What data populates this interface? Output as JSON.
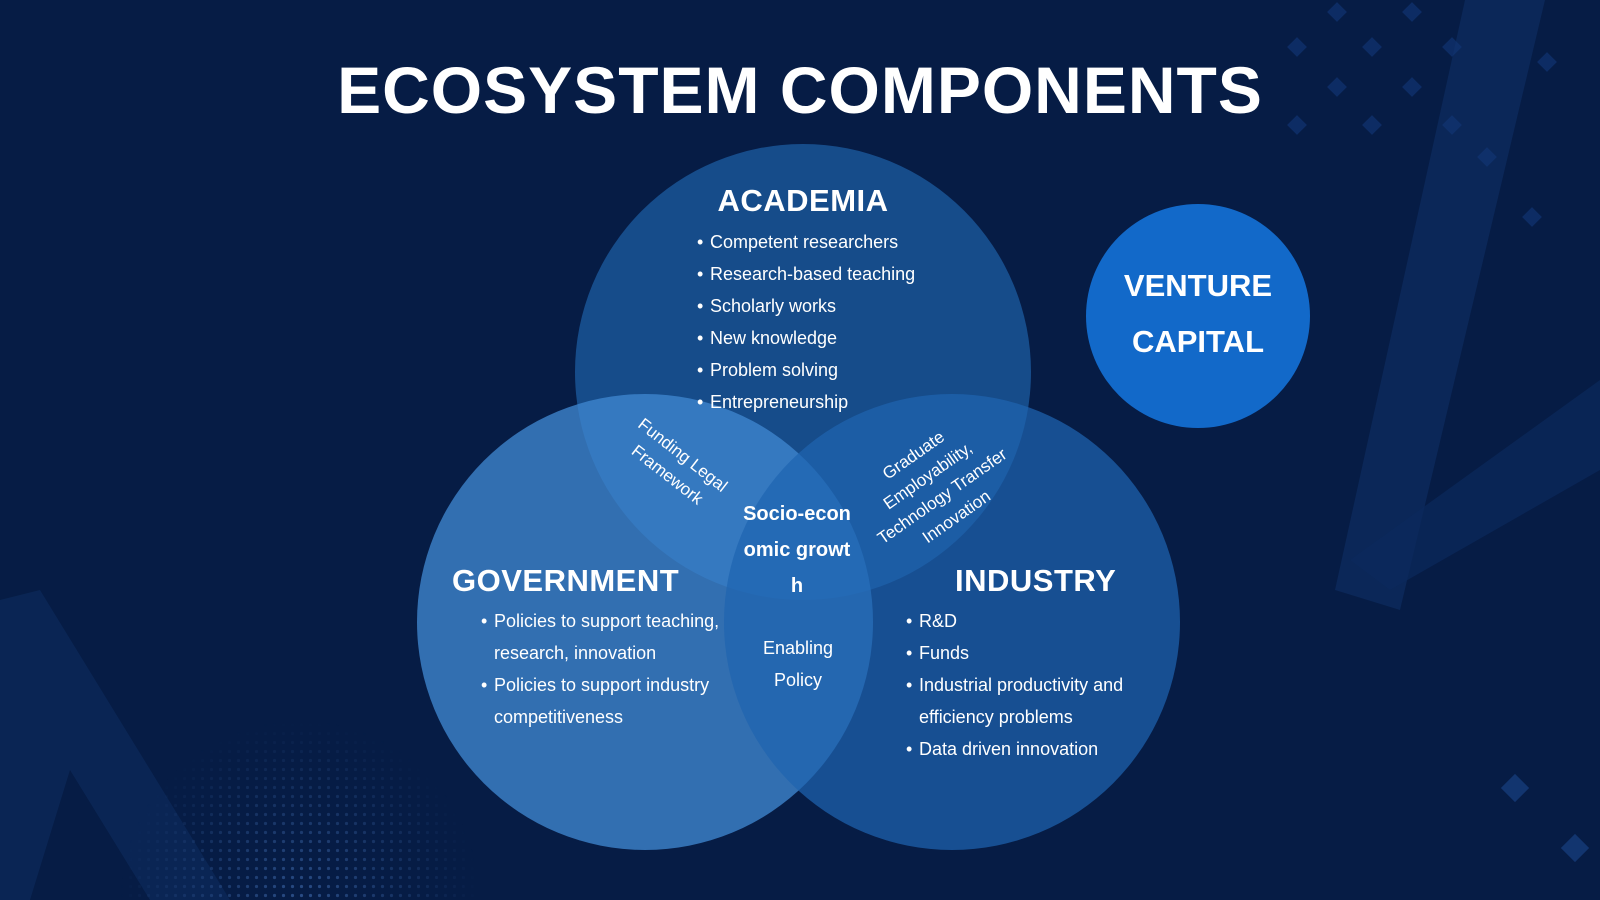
{
  "title": "ECOSYSTEM COMPONENTS",
  "academia": {
    "heading": "ACADEMIA",
    "items": [
      "Competent researchers",
      "Research-based teaching",
      "Scholarly works",
      "New knowledge",
      "Problem solving",
      "Entrepreneurship"
    ]
  },
  "government": {
    "heading": "GOVERNMENT",
    "items": [
      "Policies to support teaching, research, innovation",
      "Policies to support industry competitiveness"
    ]
  },
  "industry": {
    "heading": "INDUSTRY",
    "items": [
      "R&D",
      "Funds",
      "Industrial productivity and efficiency problems",
      "Data driven innovation"
    ]
  },
  "overlaps": {
    "academia_government": "Funding Legal Framework",
    "academia_industry": "Graduate Employability, Technology Transfer Innovation"
  },
  "center": {
    "main": "Socio-economic growth",
    "sub": "Enabling Policy"
  },
  "venture_capital": "VENTURE CAPITAL",
  "colors": {
    "background": "#061c45",
    "academia": "#1a5597",
    "government": "#3f86d0",
    "industry": "#1f64b0",
    "venture": "#1269c9"
  }
}
